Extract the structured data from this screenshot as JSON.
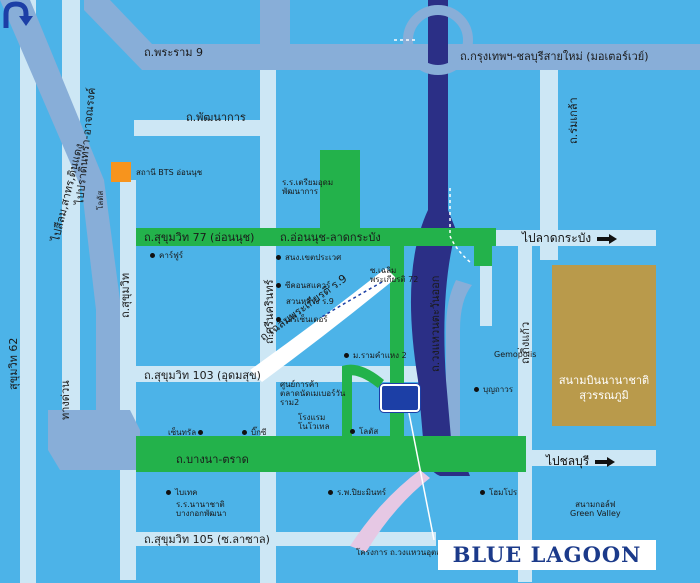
{
  "colors": {
    "water_background": "#4cb3e8",
    "minor_road": "#cde7f5",
    "major_road": "#88aed8",
    "expressway": "#2b2f86",
    "route_highlight": "#23b24b",
    "bts_station": "#f7941d",
    "airport": "#b99a4b",
    "target_marker": "#1c3fa6",
    "brand_text": "#1b3a8a",
    "project_road": "#e6c8e4"
  },
  "roads": {
    "rama9": "ถ.พระราม 9",
    "motorway": "ถ.กรุงเทพฯ-ชลบุรีสายใหม่ (มอเตอร์เวย์)",
    "rom_klao": "ถ.ร่มเกล้า",
    "phatthanakan": "ถ.พัฒนาการ",
    "sukhumvit77": "ถ.สุขุมวิท 77 (อ่อนนุช)",
    "on_nut_lat_krabang": "ถ.อ่อนนุช-ลาดกระบัง",
    "sukhumvit": "ถ.สุขุมวิท",
    "srinakarin": "ถ.ศรีนครินทร์",
    "chaloem_phrakiat": "ถ.เฉลิมพระเกียรติ ร.9",
    "chaloem_phrakiat_soi": "ซ.เฉลิม\nพระเกียรติ 72",
    "kanchanaphisek": "ถ.วงแหวนตะวันออก",
    "king_kaew": "ถ.กิ่งแก้ว",
    "sukhumvit103": "ถ.สุขุมวิท 103 (อุดมสุข)",
    "bangna_trad": "ถ.บางนา-ตราด",
    "sukhumvit105": "ถ.สุขุมวิท 105 (ซ.ลาซาล)",
    "sukhumvit62": "สุขุมวิท 62",
    "expressway_left": "ทางด่วน",
    "to_si_lom": "ไปสีลม,สาทร,ดินแดง",
    "to_pradit_manutham": "ไปปราดินทรา-อาจณรงค์",
    "project_road": "โครงการ ถ.วงแหวนอุตสาหกรรม"
  },
  "directions": {
    "to_lat_krabang": "ไปลาดกระบัง",
    "to_chon_buri": "ไปชลบุรี"
  },
  "places": {
    "bts_on_nut": "สถานี BTS อ่อนนุช",
    "lotus_left": "โลตัส",
    "carrefour": "คาร์ฟูร์",
    "triam_udom": "ร.ร.เตรียมอุดม\nพัฒนาการ",
    "nation_school": "สนง.เขตประเวศ",
    "seacon_square": "ซีคอนสแควร์",
    "suan_luang": "สวนหลวง ร.9",
    "seri_center": "เสรีเซ็นเตอร์",
    "rama2_market": "ม.รามคำแหง 2",
    "trade_center": "ศูนย์การค้า\nตลาดนัดเมเบอร์วัน\nราม2",
    "novotel": "โรงแรม\nโนโวเทล",
    "lotus_right": "โลตัส",
    "central": "เซ็นทรัล",
    "big_c": "บิ๊กซี",
    "gemopolis": "Gemopolis",
    "bunthawon": "บุญถาวร",
    "bitec": "ไบเทค",
    "nanachat_school": "ร.ร.นานาชาติ\nบางกอกพัฒนา",
    "piyamin_hospital": "ร.พ.ปิยะมินทร์",
    "homepro": "โฮมโปร",
    "green_valley": "สนามกอล์ฟ\nGreen Valley"
  },
  "airport": {
    "name": "สนามบินนานาชาติ\nสุวรรณภูมิ"
  },
  "icons": {
    "airport_icon": "airplane-icon",
    "bts_icon": "bts-station-icon",
    "direction_arrow": "arrow-right-icon",
    "uturn": "u-turn-icon"
  },
  "brand": {
    "name": "BLUE LAGOON"
  }
}
